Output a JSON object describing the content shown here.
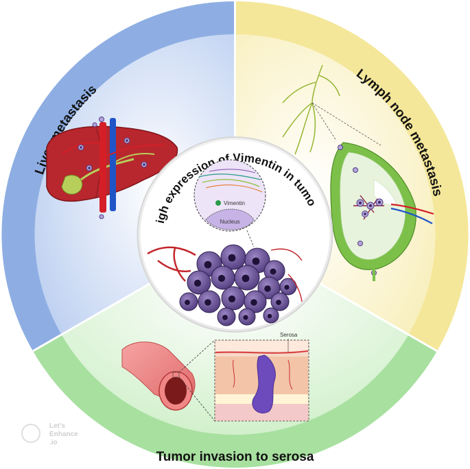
{
  "diagram": {
    "center_title": "High expression of Vimentin in tumor",
    "labels": {
      "vimentin": "Vimentin",
      "nucleus": "Nucleus",
      "serosa": "Serosa"
    },
    "sections": [
      {
        "id": "liver",
        "label": "Liver metastasis",
        "color": "#8eaee3"
      },
      {
        "id": "lymph",
        "label": "Lymph node metastasis",
        "color": "#f4e79a"
      },
      {
        "id": "serosa",
        "label": "Tumor invasion to serosa",
        "color": "#a8e0a0"
      }
    ],
    "watermark": [
      "Let's",
      "Enhance",
      ".io"
    ]
  }
}
